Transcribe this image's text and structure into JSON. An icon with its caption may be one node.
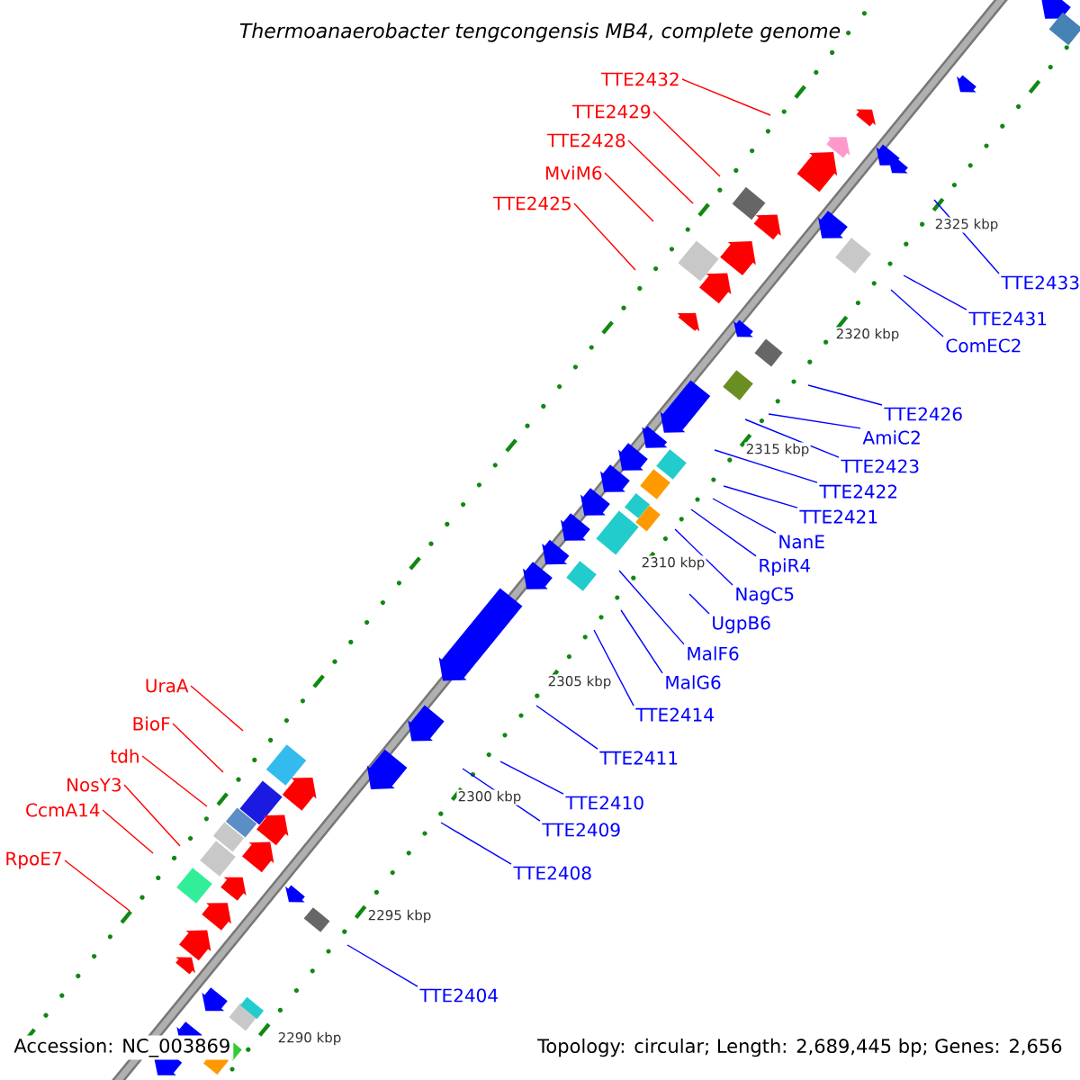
{
  "diagram": {
    "title": "Thermoanaerobacter tengcongensis MB4, complete genome",
    "nodes": [
      {
        "text": [
          "TTE2432"
        ]
      },
      {
        "text": [
          "TTE2429"
        ]
      },
      {
        "text": [
          "TTE2428"
        ]
      },
      {
        "text": [
          "MviM6"
        ]
      },
      {
        "text": [
          "TTE2425"
        ]
      },
      {
        "text": [
          "TTE2433"
        ]
      },
      {
        "text": [
          "TTE2431"
        ]
      },
      {
        "text": [
          "ComEC2"
        ]
      },
      {
        "text": [
          "TTE2426"
        ]
      },
      {
        "text": [
          "AmiC2"
        ]
      },
      {
        "text": [
          "TTE2423"
        ]
      },
      {
        "text": [
          "TTE2422"
        ]
      },
      {
        "text": [
          "TTE2421"
        ]
      },
      {
        "text": [
          "NanE"
        ]
      },
      {
        "text": [
          "RpiR4"
        ]
      },
      {
        "text": [
          "NagC5"
        ]
      },
      {
        "text": [
          "UgpB6"
        ]
      },
      {
        "text": [
          "MalF6"
        ]
      },
      {
        "text": [
          "MalG6"
        ]
      },
      {
        "text": [
          "TTE2414"
        ]
      },
      {
        "text": [
          "TTE2411"
        ]
      },
      {
        "text": [
          "TTE2410"
        ]
      },
      {
        "text": [
          "TTE2409"
        ]
      },
      {
        "text": [
          "TTE2408"
        ]
      },
      {
        "text": [
          "TTE2404"
        ]
      },
      {
        "text": [
          "UraA"
        ]
      },
      {
        "text": [
          "BioF"
        ]
      },
      {
        "text": [
          "tdh"
        ]
      },
      {
        "text": [
          "NosY3"
        ]
      },
      {
        "text": [
          "CcmA14"
        ]
      },
      {
        "text": [
          "RpoE7"
        ]
      }
    ],
    "edges": [
      {
        "from": 0,
        "to": null,
        "arrow": "none",
        "color": "#ff0000"
      },
      {
        "from": 1,
        "to": null,
        "arrow": "none",
        "color": "#ff0000"
      },
      {
        "from": 2,
        "to": null,
        "arrow": "none",
        "color": "#ff0000"
      },
      {
        "from": 3,
        "to": null,
        "arrow": "none",
        "color": "#ff0000"
      },
      {
        "from": 4,
        "to": null,
        "arrow": "none",
        "color": "#ff0000"
      },
      {
        "from": 5,
        "to": null,
        "arrow": "none"
      },
      {
        "from": 6,
        "to": null,
        "arrow": "none"
      },
      {
        "from": 7,
        "to": null,
        "arrow": "none"
      },
      {
        "from": 8,
        "to": null,
        "arrow": "none"
      },
      {
        "from": 9,
        "to": null,
        "arrow": "none"
      },
      {
        "from": 10,
        "to": null,
        "arrow": "none"
      },
      {
        "from": 11,
        "to": null,
        "arrow": "none"
      },
      {
        "from": 12,
        "to": null,
        "arrow": "none"
      },
      {
        "from": 13,
        "to": null,
        "arrow": "none"
      },
      {
        "from": 14,
        "to": null,
        "arrow": "none"
      },
      {
        "from": 15,
        "to": null,
        "arrow": "none"
      },
      {
        "from": 16,
        "to": null,
        "arrow": "none"
      },
      {
        "from": 17,
        "to": null,
        "arrow": "none"
      },
      {
        "from": 18,
        "to": null,
        "arrow": "none"
      },
      {
        "from": 19,
        "to": null,
        "arrow": "none"
      },
      {
        "from": 20,
        "to": null,
        "arrow": "none"
      },
      {
        "from": 21,
        "to": null,
        "arrow": "none"
      },
      {
        "from": 22,
        "to": null,
        "arrow": "none"
      },
      {
        "from": 23,
        "to": null,
        "arrow": "none"
      },
      {
        "from": 24,
        "to": null,
        "arrow": "none"
      },
      {
        "from": 25,
        "to": null,
        "arrow": "none",
        "color": "#ff0000"
      },
      {
        "from": 26,
        "to": null,
        "arrow": "none",
        "color": "#ff0000"
      },
      {
        "from": 27,
        "to": null,
        "arrow": "none",
        "color": "#ff0000"
      },
      {
        "from": 28,
        "to": null,
        "arrow": "none",
        "color": "#ff0000"
      },
      {
        "from": 29,
        "to": null,
        "arrow": "none",
        "color": "#ff0000"
      },
      {
        "from": 30,
        "to": null,
        "arrow": "none",
        "color": "#ff0000"
      }
    ],
    "labels": [
      "2325 kbp",
      "2320 kbp",
      "2315 kbp",
      "2310 kbp",
      "2305 kbp",
      "2300 kbp",
      "2295 kbp",
      "2290 kbp",
      "Accession: NC_003869",
      "Topology: circular; Length: 2,689,445 bp; Genes: 2,656"
    ]
  }
}
